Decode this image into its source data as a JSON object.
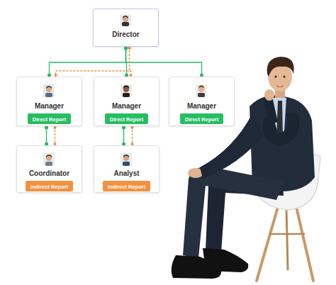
{
  "diagram": {
    "nodes": [
      {
        "text": [
          "Director"
        ]
      },
      {
        "text": [
          "Manager"
        ]
      },
      {
        "text": [
          "Direct Report"
        ],
        "in": 1
      },
      {
        "text": [
          "Manager"
        ]
      },
      {
        "text": [
          "Direct Report"
        ],
        "in": 3
      },
      {
        "text": [
          "Manager"
        ]
      },
      {
        "text": [
          "Direct Report"
        ],
        "in": 5
      },
      {
        "text": [
          "Coordinator"
        ]
      },
      {
        "text": [
          "Indirect Report"
        ],
        "in": 7
      },
      {
        "text": [
          "Analyst"
        ]
      },
      {
        "text": [
          "Indirect Report"
        ],
        "in": 9
      }
    ],
    "edges": [
      {
        "from": 0,
        "to": 1,
        "arrow": "none"
      },
      {
        "from": 0,
        "to": 3,
        "arrow": "none"
      },
      {
        "from": 0,
        "to": 5,
        "arrow": "none"
      },
      {
        "from": 0,
        "to": 1,
        "arrow": "none"
      },
      {
        "from": 0,
        "to": 3,
        "arrow": "none"
      },
      {
        "from": 1,
        "to": 7,
        "arrow": "none"
      },
      {
        "from": 1,
        "to": 7,
        "arrow": "none"
      },
      {
        "from": 3,
        "to": 9,
        "arrow": "none"
      },
      {
        "from": 3,
        "to": 9,
        "arrow": "none"
      }
    ]
  }
}
